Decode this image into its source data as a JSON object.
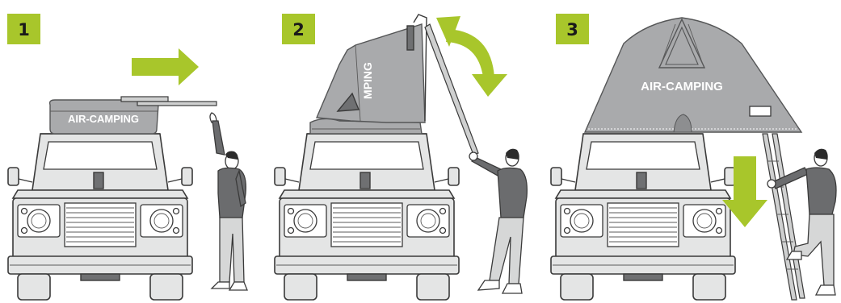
{
  "steps": [
    {
      "number": "1",
      "brand": "AIR-CAMPING"
    },
    {
      "number": "2",
      "brand": "MPING"
    },
    {
      "number": "3",
      "brand": "AIR-CAMPING"
    }
  ],
  "colors": {
    "badge": "#a8c62b",
    "arrow": "#a8c62b",
    "tent": "#a9aaac",
    "tent_dark": "#6f7072",
    "vehicle": "#e4e5e5",
    "outline": "#3a3a3a"
  },
  "icons": [
    "arrow-right-icon",
    "rotate-arrow-icon",
    "arrow-down-icon"
  ]
}
